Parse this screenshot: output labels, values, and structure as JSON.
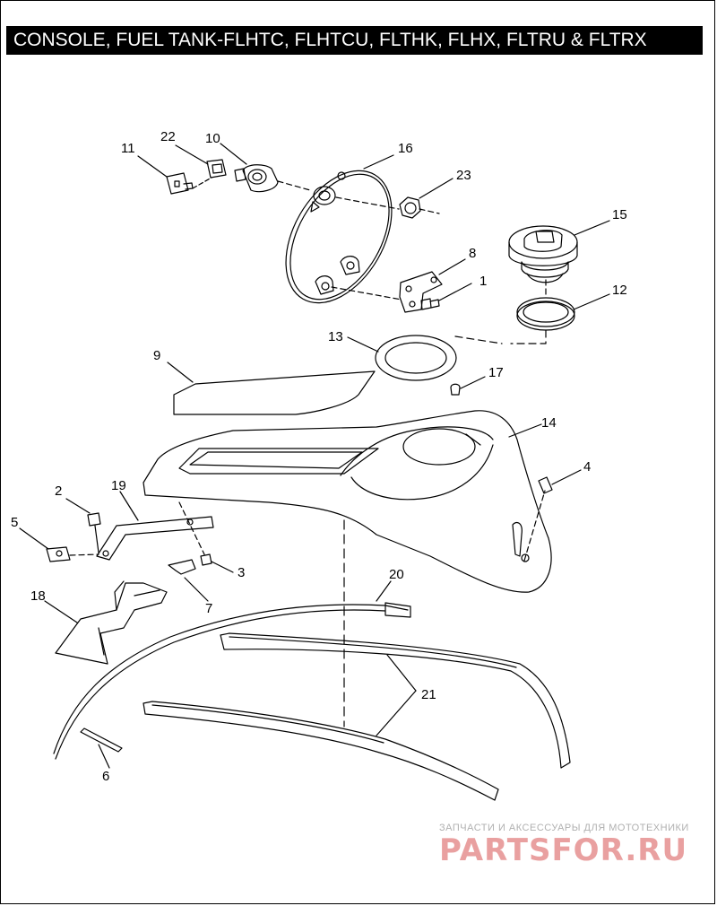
{
  "title": "CONSOLE, FUEL TANK-FLHTC, FLHTCU, FLTHK, FLHX, FLTRU & FLTRX",
  "callouts": {
    "c1": "1",
    "c2": "2",
    "c3": "3",
    "c4": "4",
    "c5": "5",
    "c6": "6",
    "c7": "7",
    "c8": "8",
    "c9": "9",
    "c10": "10",
    "c11": "11",
    "c12": "12",
    "c13": "13",
    "c14": "14",
    "c15": "15",
    "c16": "16",
    "c17": "17",
    "c18": "18",
    "c19": "19",
    "c20": "20",
    "c21": "21",
    "c22": "22",
    "c23": "23"
  },
  "watermark": {
    "caption": "ЗАПЧАСТИ И АКСЕССУАРЫ ДЛЯ МОТОТЕХНИКИ",
    "logo": "PARTSFOR.RU"
  }
}
